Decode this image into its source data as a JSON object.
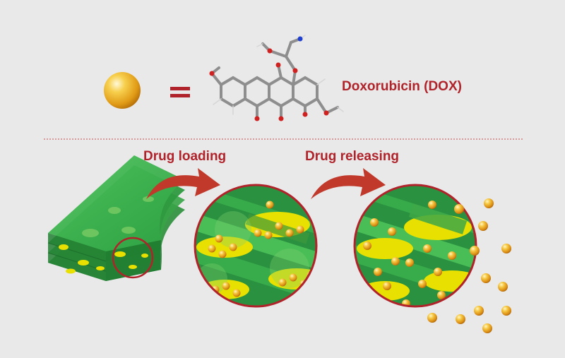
{
  "legend": {
    "drug_name": "Doxorubicin (DOX)",
    "equals_symbol": "="
  },
  "steps": {
    "loading_label": "Drug loading",
    "releasing_label": "Drug releasing"
  },
  "colors": {
    "background": "#e9e9e9",
    "accent_red": "#b0232a",
    "sheet_green": "#3cb54a",
    "pore_yellow": "#e8e000",
    "particle_gold": "#f0b020"
  }
}
